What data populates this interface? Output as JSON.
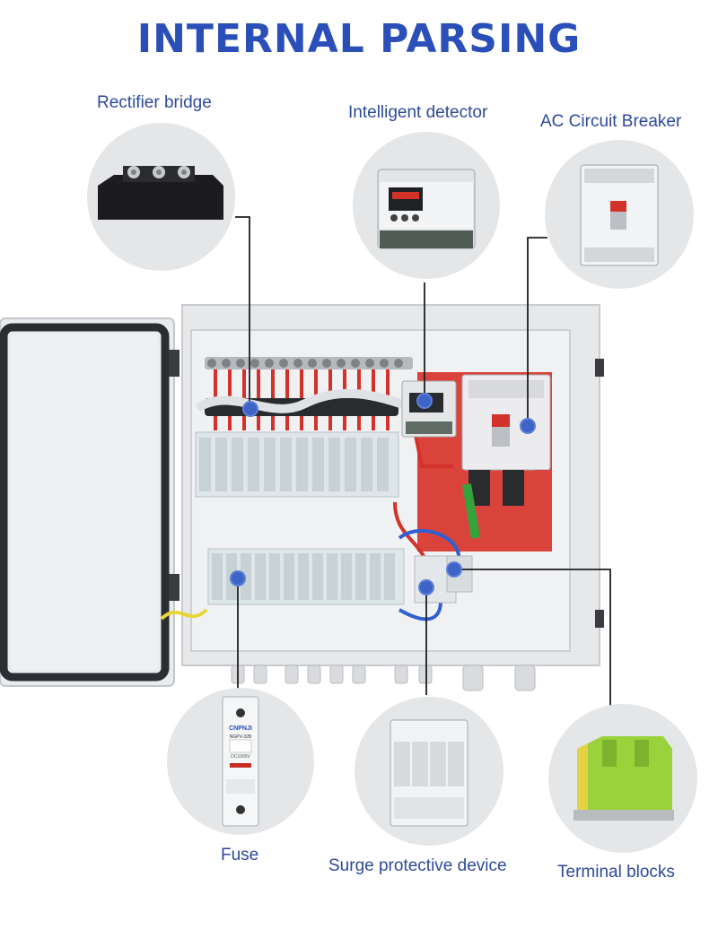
{
  "title": "INTERNAL PARSING",
  "components": {
    "rectifier_bridge": "Rectifier bridge",
    "intelligent_detector": "Intelligent detector",
    "ac_circuit_breaker": "AC Circuit Breaker",
    "fuse": "Fuse",
    "surge_protective_device": "Surge protective device",
    "terminal_blocks": "Terminal blocks"
  },
  "product_marks": {
    "brand": "CNPNJI",
    "fuse_model": "NGPV-32B",
    "fuse_spec": "DC1000V"
  },
  "colors": {
    "title": "#2b4fb8",
    "label": "#2d4a9a",
    "marker": "#3f64c8",
    "bubble": "#e5e6e8"
  }
}
